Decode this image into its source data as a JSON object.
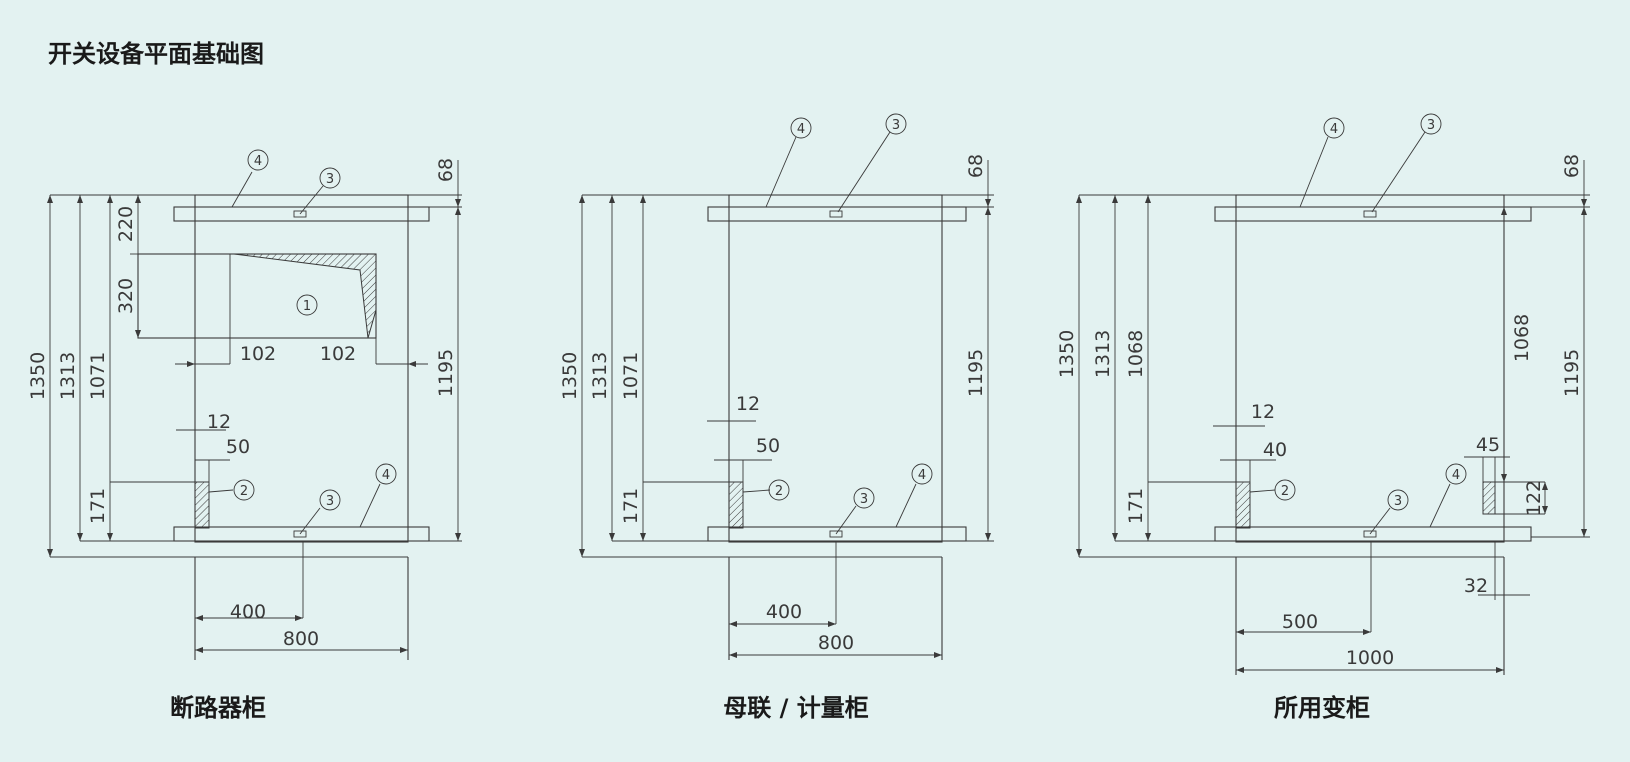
{
  "title": "开关设备平面基础图",
  "panels": [
    {
      "caption": "断路器柜",
      "dims": {
        "d1350": "1350",
        "d1313": "1313",
        "d1071": "1071",
        "d220": "220",
        "d320": "320",
        "d171": "171",
        "d102a": "102",
        "d102b": "102",
        "d12": "12",
        "d50": "50",
        "d400": "400",
        "d800": "800",
        "d1195": "1195",
        "d68": "68"
      },
      "tags": {
        "t1": "1",
        "t2": "2",
        "t3a": "3",
        "t3b": "3",
        "t4a": "4",
        "t4b": "4"
      }
    },
    {
      "caption": "母联 / 计量柜",
      "dims": {
        "d1350": "1350",
        "d1313": "1313",
        "d1071": "1071",
        "d171": "171",
        "d12": "12",
        "d50": "50",
        "d400": "400",
        "d800": "800",
        "d1195": "1195",
        "d68": "68"
      },
      "tags": {
        "t2": "2",
        "t3a": "3",
        "t3b": "3",
        "t4a": "4",
        "t4b": "4"
      }
    },
    {
      "caption": "所用变柜",
      "dims": {
        "d1350": "1350",
        "d1313": "1313",
        "d1068a": "1068",
        "d171": "171",
        "d12": "12",
        "d40": "40",
        "d500": "500",
        "d1000": "1000",
        "d1068b": "1068",
        "d1195": "1195",
        "d68": "68",
        "d45": "45",
        "d122": "122",
        "d32": "32"
      },
      "tags": {
        "t2": "2",
        "t3a": "3",
        "t3b": "3",
        "t4a": "4",
        "t4b": "4"
      }
    }
  ]
}
